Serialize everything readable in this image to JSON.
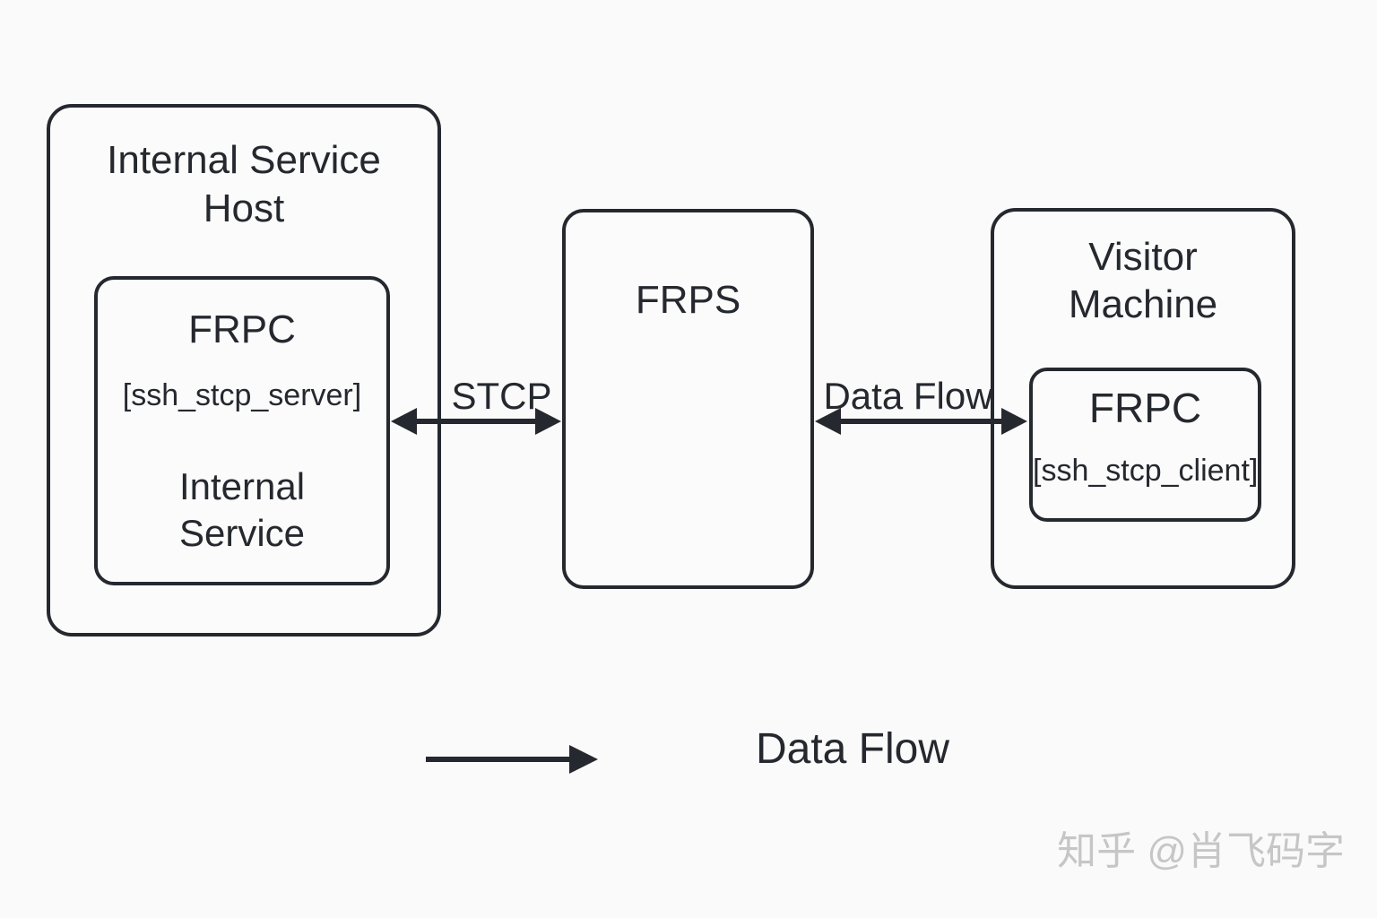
{
  "diagram": {
    "colors": {
      "background": "#fafafa",
      "stroke": "#25282e",
      "text": "#25282e",
      "watermark": "#c6c6c6"
    },
    "nodes": {
      "internal_host": {
        "title_line1": "Internal Service",
        "title_line2": "Host",
        "frpc": {
          "name": "FRPC",
          "proxy": "[ssh_stcp_server]",
          "service_line1": "Internal",
          "service_line2": "Service"
        }
      },
      "frps": {
        "name": "FRPS"
      },
      "visitor": {
        "title_line1": "Visitor",
        "title_line2": "Machine",
        "frpc": {
          "name": "FRPC",
          "proxy": "[ssh_stcp_client]"
        }
      }
    },
    "connections": {
      "stcp_label": "STCP",
      "data_flow_label": "Data Flow"
    },
    "legend": {
      "label": "Data Flow"
    },
    "watermark": "知乎 @肖飞码字"
  }
}
